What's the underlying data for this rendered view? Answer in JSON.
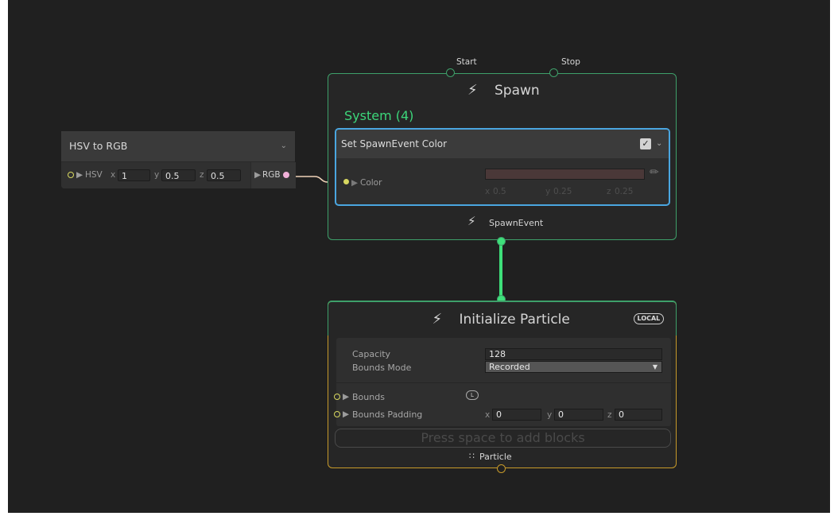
{
  "colors": {
    "background": "#202020",
    "spawn_border": "#3ea06a",
    "block_border": "#4aa6e0",
    "init_border": "#c79a2a",
    "system_title": "#3cd67a",
    "event_wire": "#3ee07a",
    "color_wire": "#f0d2b8"
  },
  "hsv_node": {
    "title": "HSV to RGB",
    "input_label": "HSV",
    "x_axis": "x",
    "x_value": "1",
    "y_axis": "y",
    "y_value": "0.5",
    "z_axis": "z",
    "z_value": "0.5",
    "output_label": "RGB"
  },
  "spawn": {
    "start_label": "Start",
    "stop_label": "Stop",
    "title": "Spawn",
    "system_title": "System (4)",
    "block_title": "Set SpawnEvent Color",
    "color_label": "Color",
    "color_x_axis": "x",
    "color_x": "0.5",
    "color_y_axis": "y",
    "color_y": "0.25",
    "color_z_axis": "z",
    "color_z": "0.25",
    "event_label": "SpawnEvent"
  },
  "initialize": {
    "title": "Initialize Particle",
    "space_badge": "LOCAL",
    "capacity_label": "Capacity",
    "capacity_value": "128",
    "bounds_mode_label": "Bounds Mode",
    "bounds_mode_value": "Recorded",
    "bounds_label": "Bounds",
    "bounds_badge": "L",
    "padding_label": "Bounds Padding",
    "pad_x_axis": "x",
    "pad_x": "0",
    "pad_y_axis": "y",
    "pad_y": "0",
    "pad_z_axis": "z",
    "pad_z": "0",
    "press_space": "Press space to add blocks",
    "output_label": "Particle"
  },
  "icons": [
    "lightning-icon",
    "checkbox-icon",
    "chevron-down-icon",
    "eyedropper-icon",
    "particle-icon"
  ]
}
